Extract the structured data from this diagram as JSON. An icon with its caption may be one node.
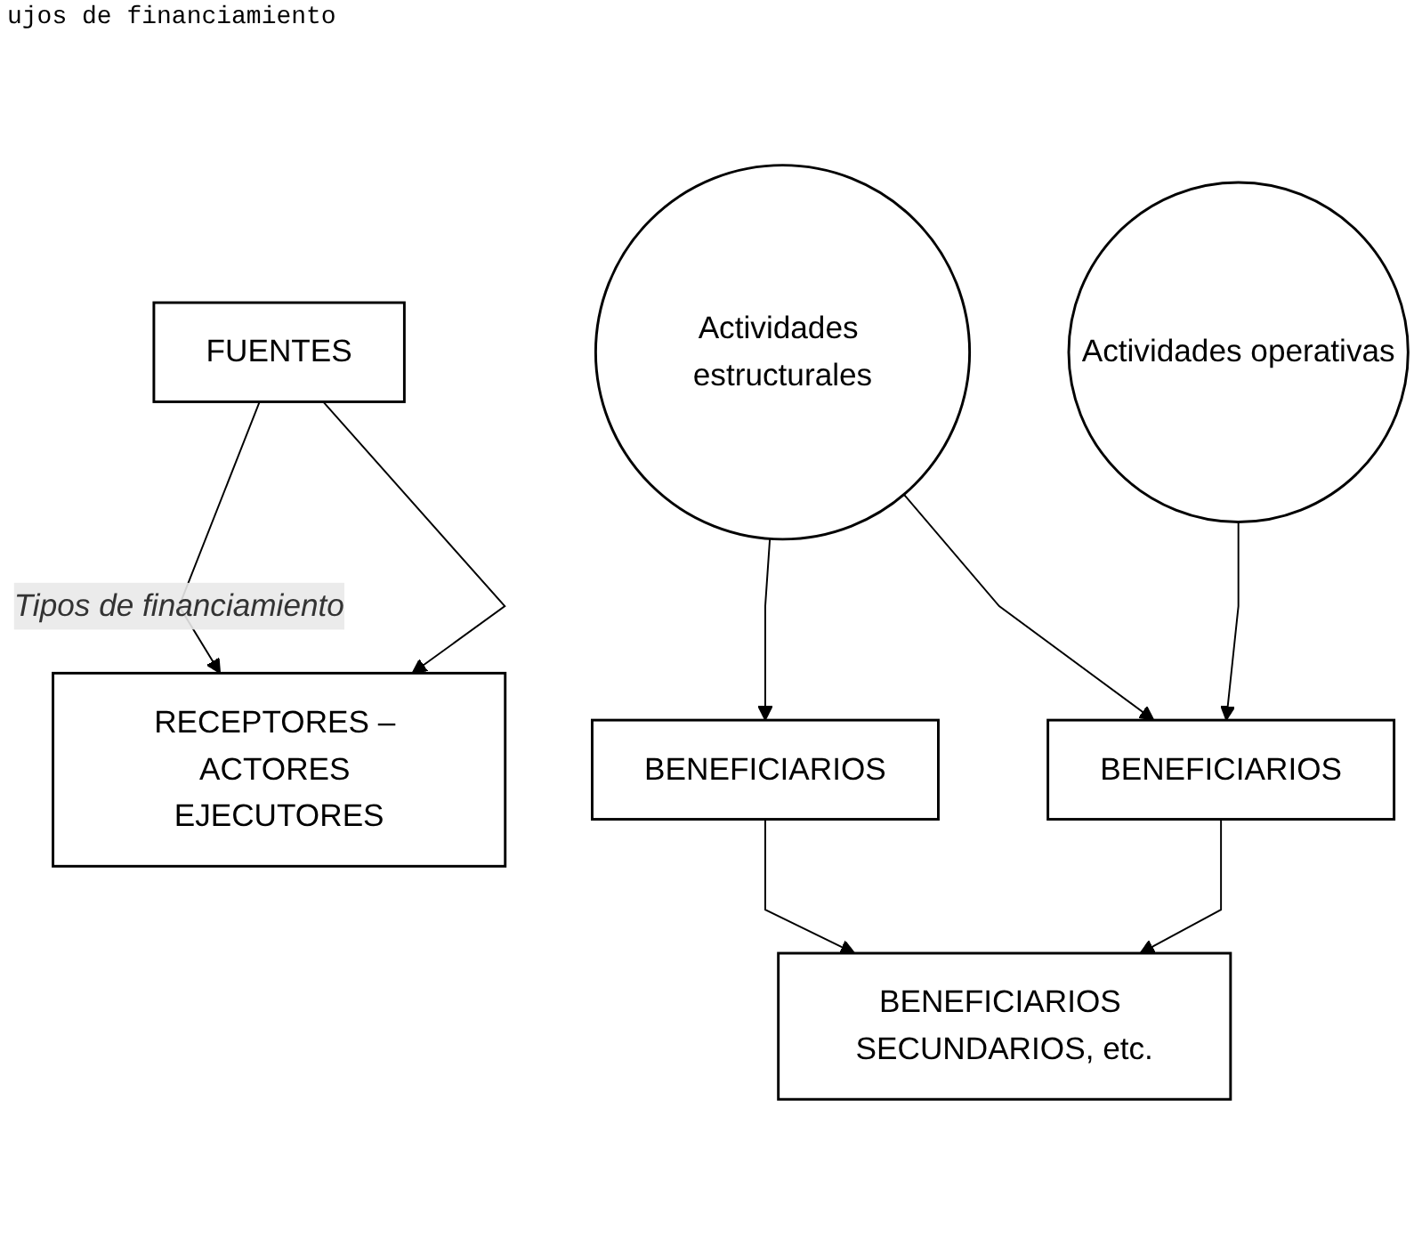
{
  "diagram": {
    "title": "ujos de financiamiento",
    "nodes": [
      {
        "text": [
          "FUENTES"
        ]
      },
      {
        "text": [
          "RECEPTORES – ACTORES EJECUTORES"
        ]
      },
      {
        "text": [
          "Actividades estructurales"
        ]
      },
      {
        "text": [
          "Actividades operativas"
        ]
      },
      {
        "text": [
          "BENEFICIARIOS"
        ]
      },
      {
        "text": [
          "BENEFICIARIOS"
        ]
      },
      {
        "text": [
          "BENEFICIARIOS SECUNDARIOS, etc."
        ]
      }
    ],
    "edges": [
      {
        "from": 0,
        "to": 1,
        "arrow": "to",
        "label": "Tipos de financiamiento"
      },
      {
        "from": 0,
        "to": 1,
        "arrow": "to"
      },
      {
        "from": 2,
        "to": 4,
        "arrow": "to"
      },
      {
        "from": 2,
        "to": 5,
        "arrow": "to"
      },
      {
        "from": 3,
        "to": 5,
        "arrow": "to"
      },
      {
        "from": 4,
        "to": 6,
        "arrow": "to"
      },
      {
        "from": 5,
        "to": 6,
        "arrow": "to"
      }
    ]
  }
}
